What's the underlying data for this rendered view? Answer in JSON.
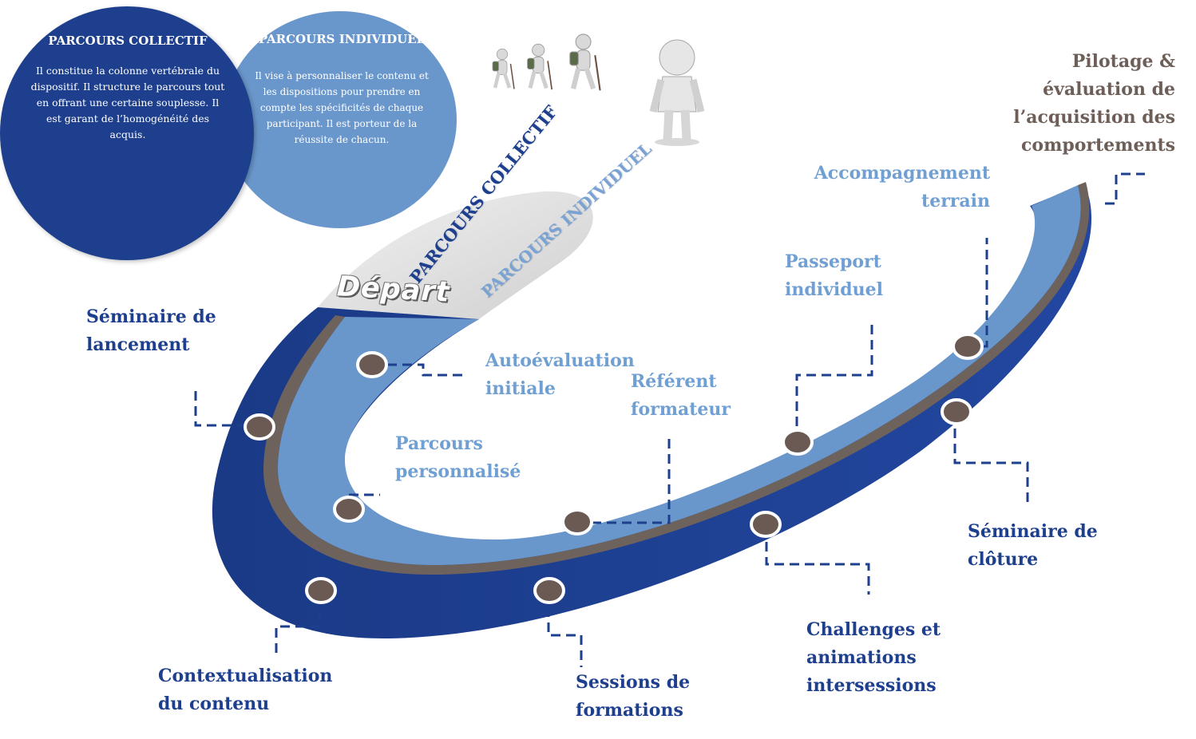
{
  "circles": {
    "collectif": {
      "title": "PARCOURS COLLECTIF",
      "text": "Il constitue la colonne vertébrale du dispositif. Il structure le parcours tout en offrant une certaine souplesse. Il est garant de l’homogénéité des acquis."
    },
    "individuel": {
      "title": "PARCOURS INDIVIDUEL",
      "text": "Il vise à personnaliser le contenu et les dispositions pour prendre en compte les spécificités de chaque participant. Il est porteur de la réussite de chacun."
    }
  },
  "track": {
    "collectif_label": "PARCOURS COLLECTIF",
    "individuel_label": "PARCOURS INDIVIDUEL",
    "depart_label": "Départ"
  },
  "steps_collectif": [
    "Séminaire de lancement",
    "Contextualisation du contenu",
    "Sessions de formations",
    "Challenges et animations intersessions",
    "Séminaire de clôture"
  ],
  "steps_individuel": [
    "Autoévaluation initiale",
    "Parcours personnalisé",
    "Référent formateur",
    "Passeport individuel",
    "Accompagnement terrain"
  ],
  "final_step": "Pilotage & évaluation de l’acquisition des comportements",
  "colors": {
    "dark_blue": "#1d3f8e",
    "light_blue": "#6a97cb",
    "brown": "#6d5f58",
    "marker": "#6a5a53"
  }
}
